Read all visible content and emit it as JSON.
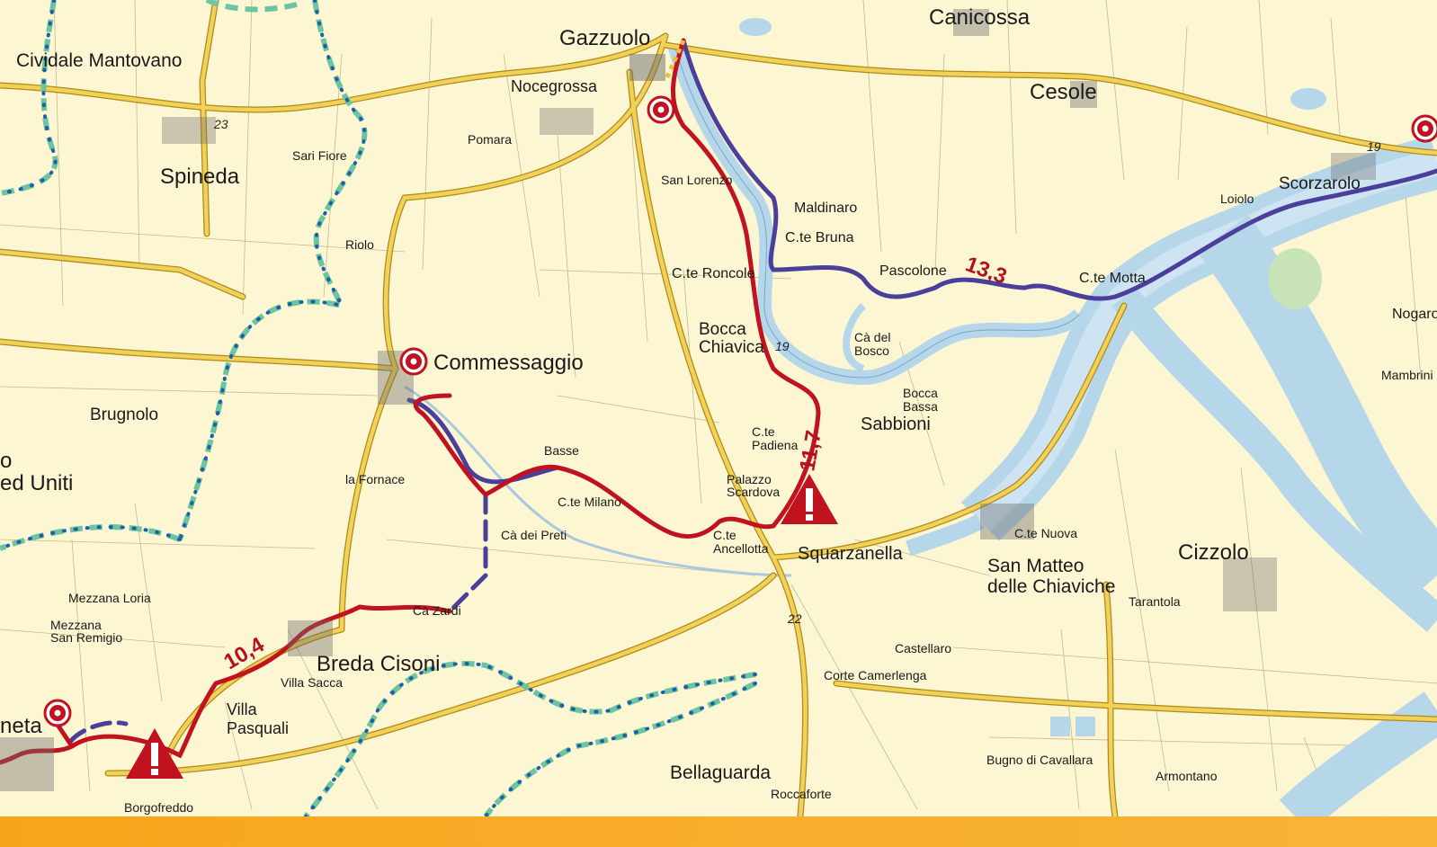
{
  "colors": {
    "land": "#fdf6d3",
    "water": "#b6d6ea",
    "river_edge": "#7aa8c8",
    "road": "#e9c13d",
    "road_edge": "#b08a17",
    "route_primary": "#c1121f",
    "route_alt": "#4b3f9c",
    "greenway": "#6cc4a0",
    "greenway_dots": "#1f5fa8",
    "marker": "#c1121f",
    "band": "#f7a61c"
  },
  "labels": {
    "gazzuolo": "Gazzuolo",
    "canicossa": "Canicossa",
    "cividale": "Cividale Mantovano",
    "nocegrossa": "Nocegrossa",
    "cesole": "Cesole",
    "pomara": "Pomara",
    "sari_fiore": "Sari Fiore",
    "spineda": "Spineda",
    "san_lorenzo": "San Lorenzo",
    "maldinaro": "Maldinaro",
    "scorzarolo": "Scorzarolo",
    "loiolo": "Loiolo",
    "riolo": "Riolo",
    "cte_bruna": "C.te Bruna",
    "pascolone": "Pascolone",
    "cte_motta": "C.te Motta",
    "cte_roncole": "C.te Roncole",
    "nogarole": "Nogarol",
    "bocca_chiavica_1": "Bocca",
    "bocca_chiavica_2": "Chiavica",
    "ca_del_bosco_1": "Cà del",
    "ca_del_bosco_2": "Bosco",
    "mambrini": "Mambrini",
    "commessaggio": "Commessaggio",
    "bocca_bassa_1": "Bocca",
    "bocca_bassa_2": "Bassa",
    "sabbioni": "Sabbioni",
    "brugnolo": "Brugnolo",
    "cte_padiena_1": "C.te",
    "cte_padiena_2": "Padiena",
    "basse": "Basse",
    "o_partial": "o",
    "ed_uniti": "ed Uniti",
    "la_fornace": "la Fornace",
    "palazzo_1": "Palazzo",
    "palazzo_2": "Scardova",
    "cte_milano": "C.te Milano",
    "ca_dei_preti": "Cà dei Preti",
    "cte_ancellotta_1": "C.te",
    "cte_ancellotta_2": "Ancellotta",
    "squarzanella": "Squarzanella",
    "cte_nuova": "C.te Nuova",
    "san_matteo_1": "San Matteo",
    "san_matteo_2": "delle Chiaviche",
    "cizzolo": "Cizzolo",
    "tarantola": "Tarantola",
    "mezzana_loria": "Mezzana Loria",
    "mezzana_sr_1": "Mezzana",
    "mezzana_sr_2": "San Remigio",
    "ca_zardi": "Cà Zardi",
    "breda_cisoni": "Breda Cisoni",
    "villa_sacca": "Villa Sacca",
    "castellaro": "Castellaro",
    "corte_camerlenga": "Corte Camerlenga",
    "villa_pasquali_1": "Villa",
    "villa_pasquali_2": "Pasquali",
    "neta_partial": "neta",
    "bellaguarda": "Bellaguarda",
    "roccaforte": "Roccaforte",
    "bugno": "Bugno di Cavallara",
    "armontano": "Armontano",
    "borgofreddo": "Borgofreddo"
  },
  "road_numbers": {
    "r23": "23",
    "r19_east": "19",
    "r19_bocca": "19",
    "r22": "22"
  },
  "distances": {
    "d133": "13,3",
    "d117": "11,7",
    "d104": "10,4"
  }
}
